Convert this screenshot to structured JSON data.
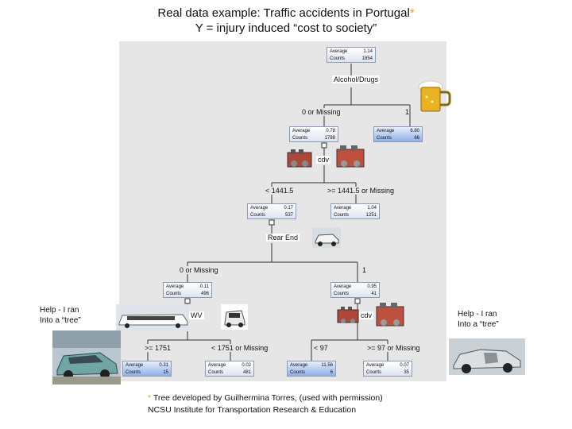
{
  "title": {
    "line1": "Real data example:  Traffic accidents in Portugal",
    "asterisk": "*",
    "line2": "Y = injury induced “cost to society”"
  },
  "tree": {
    "root": {
      "avg_label": "Average",
      "avg": "1.14",
      "cnt_label": "Counts",
      "cnt": "1854"
    },
    "split_root": "Alcohol/Drugs",
    "branch_root_left": "0 or Missing",
    "branch_root_right": "1",
    "n_left": {
      "avg_label": "Average",
      "avg": "0.78",
      "cnt_label": "Counts",
      "cnt": "1788"
    },
    "n_right": {
      "avg_label": "Average",
      "avg": "6.80",
      "cnt_label": "Counts",
      "cnt": "66"
    },
    "split_cdv1": "cdv",
    "branch_cdv1_left": "< 1441.5",
    "branch_cdv1_right": ">= 1441.5 or Missing",
    "n_ll": {
      "avg_label": "Average",
      "avg": "0.17",
      "cnt_label": "Counts",
      "cnt": "537"
    },
    "n_lr": {
      "avg_label": "Average",
      "avg": "1.04",
      "cnt_label": "Counts",
      "cnt": "1251"
    },
    "split_rear": "Rear End",
    "branch_rear_left": "0 or Missing",
    "branch_rear_right": "1",
    "n_rl": {
      "avg_label": "Average",
      "avg": "0.11",
      "cnt_label": "Counts",
      "cnt": "496"
    },
    "n_rr": {
      "avg_label": "Average",
      "avg": "0.95",
      "cnt_label": "Counts",
      "cnt": "41"
    },
    "split_wv": "WV",
    "branch_wv_left": ">= 1751",
    "branch_wv_right": "< 1751 or Missing",
    "split_cdv2": "cdv",
    "branch_cdv2_left": "< 97",
    "branch_cdv2_right": ">= 97 or Missing",
    "leaf1": {
      "avg_label": "Average",
      "avg": "0.31",
      "cnt_label": "Counts",
      "cnt": "15"
    },
    "leaf2": {
      "avg_label": "Average",
      "avg": "0.02",
      "cnt_label": "Counts",
      "cnt": "481"
    },
    "leaf3": {
      "avg_label": "Average",
      "avg": "11.56",
      "cnt_label": "Counts",
      "cnt": "6"
    },
    "leaf4": {
      "avg_label": "Average",
      "avg": "0.07",
      "cnt_label": "Counts",
      "cnt": "35"
    }
  },
  "side_left": {
    "line1": "Help - I ran",
    "line2": "Into  a “tree”"
  },
  "side_right": {
    "line1": "Help - I ran",
    "line2": "Into  a “tree”"
  },
  "footer": {
    "asterisk": "*",
    "line1": " Tree developed by Guilhermina Torres, (used with permission)",
    "line2": "NCSU  Institute for Transportation Research & Education"
  },
  "colors": {
    "panel": "#e6e6e6",
    "node_border": "#8a9ab8",
    "highlight": "#8fb0e8",
    "asterisk": "#e0a020"
  }
}
